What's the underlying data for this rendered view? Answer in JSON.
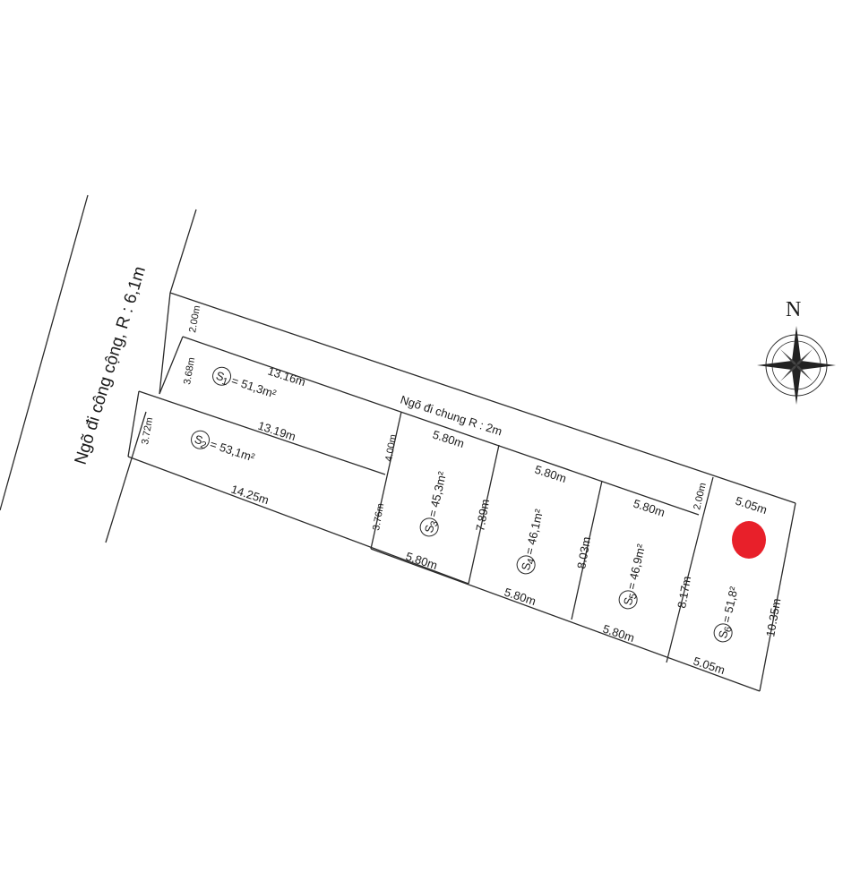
{
  "road": {
    "public_lane": "Ngõ đi công cộng, R : 6,1m",
    "shared_lane": "Ngõ đi chung R : 2m"
  },
  "compass": {
    "north": "N"
  },
  "lots": [
    {
      "symbol": "S",
      "sub": "1",
      "area": "= 51,3m²"
    },
    {
      "symbol": "S",
      "sub": "2",
      "area": "= 53,1m²"
    },
    {
      "symbol": "S",
      "sub": "3",
      "area": "= 45,3m²"
    },
    {
      "symbol": "S",
      "sub": "4",
      "area": "= 46,1m²"
    },
    {
      "symbol": "S",
      "sub": "5",
      "area": "= 46,9m²"
    },
    {
      "symbol": "S",
      "sub": "6",
      "area": "= 51,8²"
    }
  ],
  "dims": {
    "lane_width_left": "2.00m",
    "lane_width_right": "2.00m",
    "s1_left": "3.68m",
    "s1_top": "13.16m",
    "s2_left": "3.72m",
    "s2_top": "13.19m",
    "s2_bottom": "14.25m",
    "s3_top": "5.80m",
    "s3_left_upper": "4.00m",
    "s3_left_lower": "3.76m",
    "s3_right": "7.89m",
    "s3_bottom": "5.80m",
    "s4_top": "5.80m",
    "s4_right": "8.03m",
    "s4_bottom": "5.80m",
    "s5_top": "5.80m",
    "s5_right": "8.17m",
    "s5_bottom": "5.80m",
    "s6_top": "5.05m",
    "s6_right": "10.35m",
    "s6_bottom": "5.05m"
  },
  "colors": {
    "marker": "#e8202a",
    "line": "#2a2a2a"
  }
}
